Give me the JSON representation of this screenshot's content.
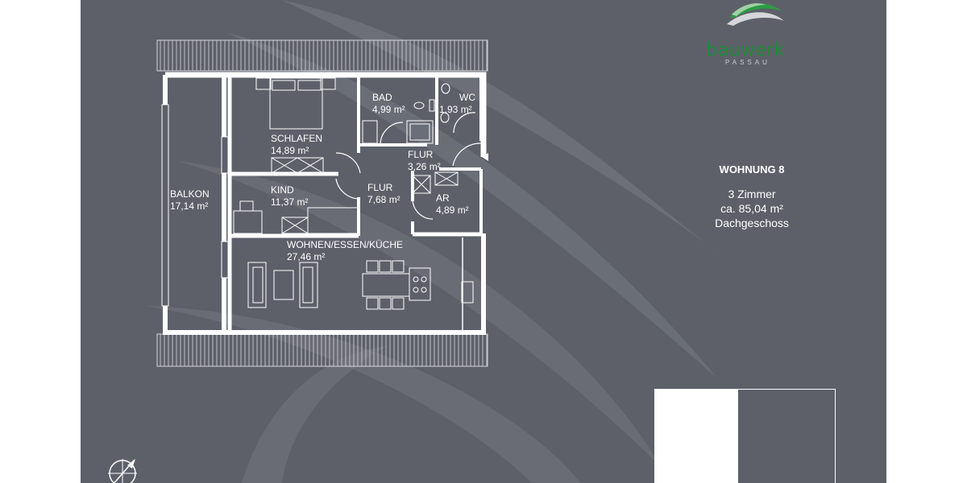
{
  "logo": {
    "name": "bauwerk",
    "location": "PASSAU"
  },
  "apartment": {
    "title": "WOHNUNG 8",
    "rooms_count": "3 Zimmer",
    "area": "ca. 85,04 m²",
    "floor": "Dachgeschoss"
  },
  "rooms": [
    {
      "name": "BALKON",
      "area": "17,14 m²"
    },
    {
      "name": "SCHLAFEN",
      "area": "14,89 m²"
    },
    {
      "name": "BAD",
      "area": "4,99 m²"
    },
    {
      "name": "WC",
      "area": "1,93 m²"
    },
    {
      "name": "FLUR",
      "area": "3,26 m²"
    },
    {
      "name": "KIND",
      "area": "11,37 m²"
    },
    {
      "name": "FLUR",
      "area": "7,68 m²"
    },
    {
      "name": "AR",
      "area": "4,89 m²"
    },
    {
      "name": "WOHNEN/ESSEN/KÜCHE",
      "area": "27,46 m²"
    }
  ],
  "colors": {
    "background": "#5d6069",
    "walls": "#ffffff",
    "brand_green": "#1f8a3a"
  },
  "icons": [
    "compass-north-icon",
    "entrance-arrow-icon"
  ]
}
